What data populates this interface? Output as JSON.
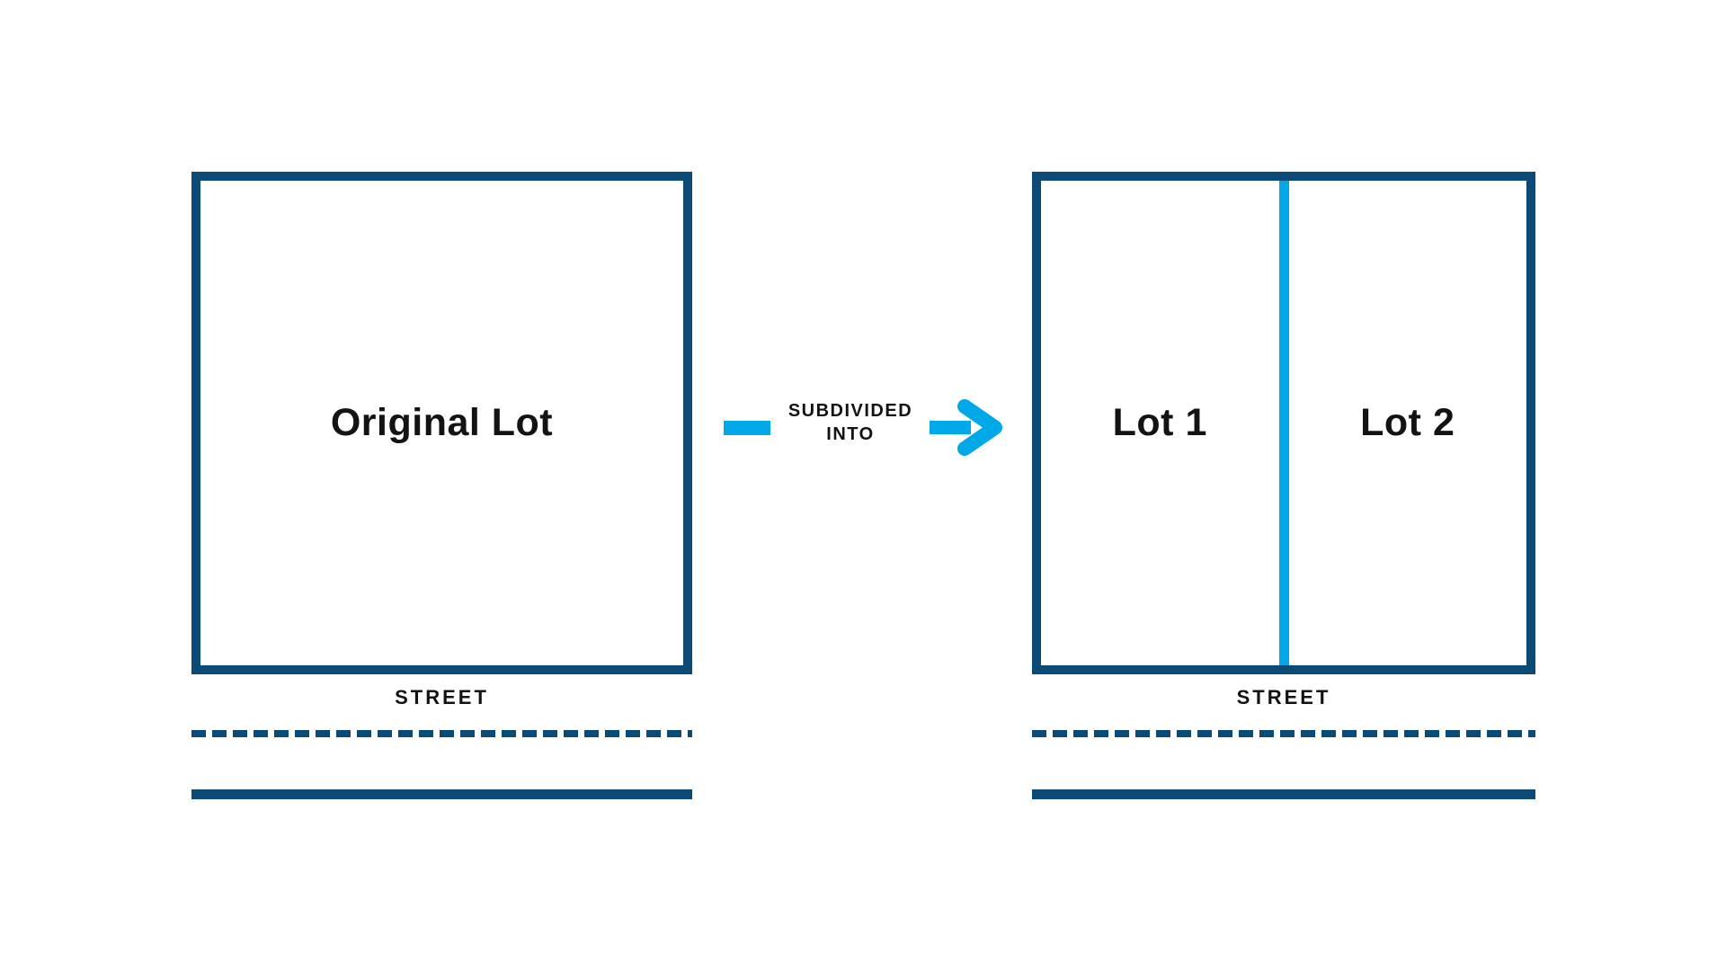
{
  "colors": {
    "navy": "#0B4A77",
    "cyan": "#00A8E8",
    "text": "#131313"
  },
  "left_figure": {
    "lot_label": "Original Lot",
    "street_label": "STREET"
  },
  "connector": {
    "line1": "SUBDIVIDED",
    "line2": "INTO"
  },
  "right_figure": {
    "lot1_label": "Lot 1",
    "lot2_label": "Lot 2",
    "street_label": "STREET"
  }
}
